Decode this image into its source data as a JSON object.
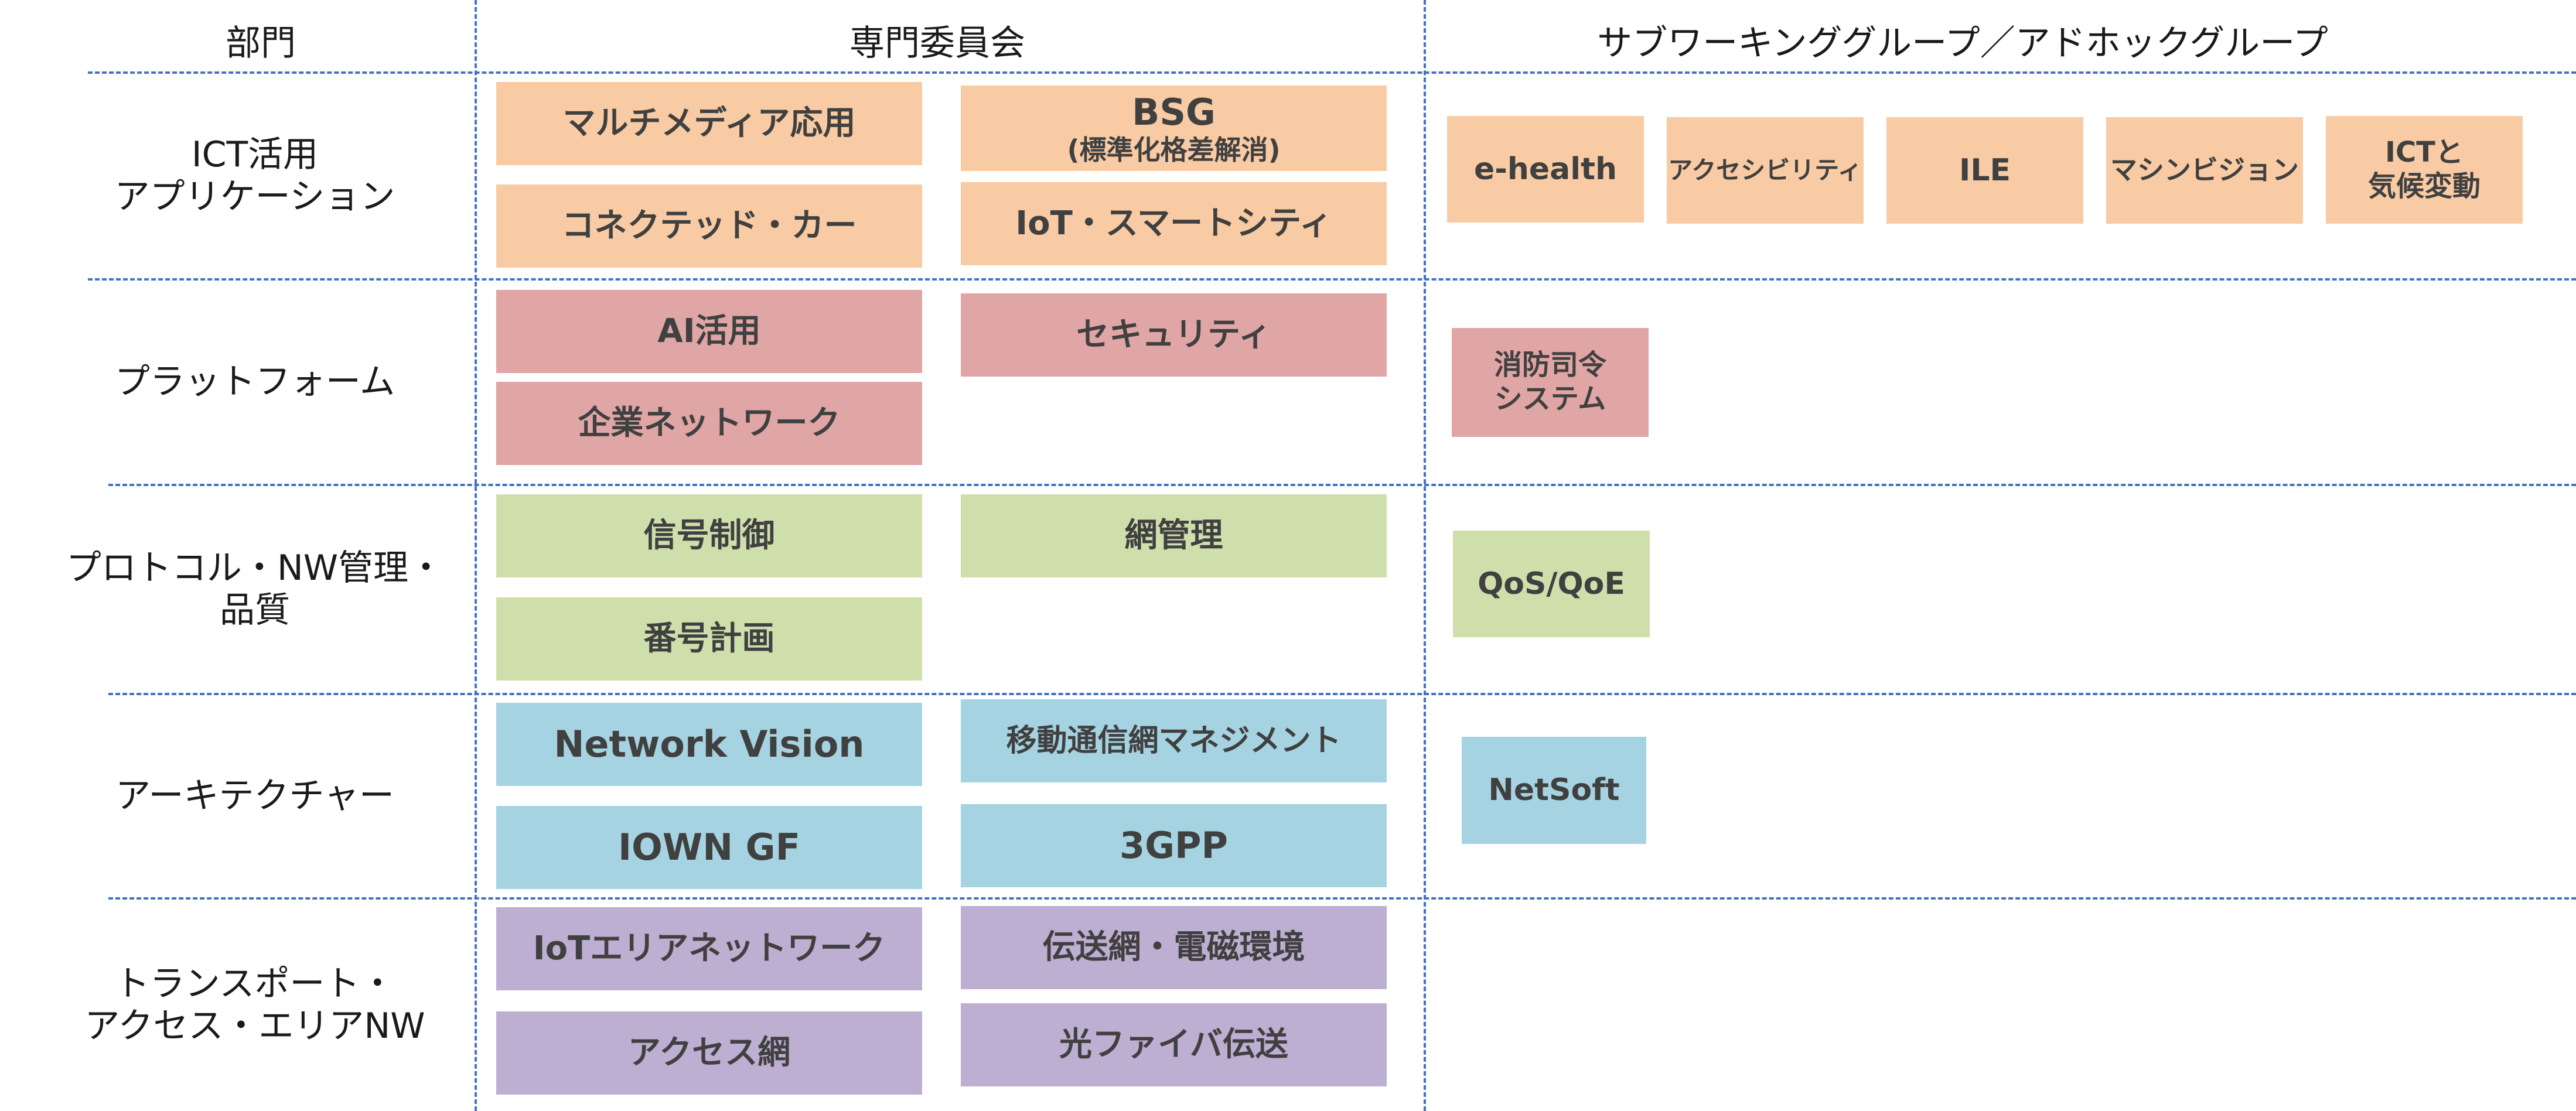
{
  "headers": {
    "department": "部門",
    "committee": "専門委員会",
    "subgroups": "サブワーキンググループ／アドホックグループ"
  },
  "colors": {
    "grid_line": "#4472c4",
    "application": "#f8cba4",
    "platform": "#e0a5a5",
    "protocol": "#cfdfac",
    "architecture": "#a6d3e1",
    "transport": "#bdafd2"
  },
  "rows": [
    {
      "department": [
        "ICT活用",
        "アプリケーション"
      ],
      "committees": [
        [
          "マルチメディア応用"
        ],
        [
          "BSG",
          "(標準化格差解消)"
        ],
        [
          "コネクテッド・カー"
        ],
        [
          "IoT・スマートシティ"
        ]
      ],
      "subgroups": [
        [
          "e-health"
        ],
        [
          "アクセシビリティ"
        ],
        [
          "ILE"
        ],
        [
          "マシンビジョン"
        ],
        [
          "ICTと",
          "気候変動"
        ]
      ]
    },
    {
      "department": [
        "プラットフォーム"
      ],
      "committees": [
        [
          "AI活用"
        ],
        [
          "セキュリティ"
        ],
        [
          "企業ネットワーク"
        ]
      ],
      "subgroups": [
        [
          "消防司令",
          "システム"
        ]
      ]
    },
    {
      "department": [
        "プロトコル・NW管理・",
        "品質"
      ],
      "committees": [
        [
          "信号制御"
        ],
        [
          "網管理"
        ],
        [
          "番号計画"
        ]
      ],
      "subgroups": [
        [
          "QoS/QoE"
        ]
      ]
    },
    {
      "department": [
        "アーキテクチャー"
      ],
      "committees": [
        [
          "Network Vision"
        ],
        [
          "移動通信網マネジメント"
        ],
        [
          "IOWN GF"
        ],
        [
          "3GPP"
        ]
      ],
      "subgroups": [
        [
          "NetSoft"
        ]
      ]
    },
    {
      "department": [
        "トランスポート・",
        "アクセス・エリアNW"
      ],
      "committees": [
        [
          "IoTエリアネットワーク"
        ],
        [
          "伝送網・電磁環境"
        ],
        [
          "アクセス網"
        ],
        [
          "光ファイバ伝送"
        ]
      ],
      "subgroups": []
    }
  ]
}
